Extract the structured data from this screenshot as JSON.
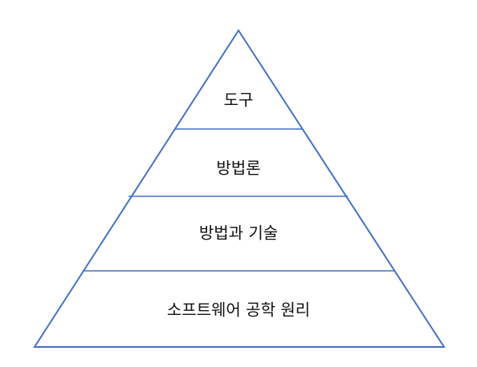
{
  "diagram": {
    "type": "pyramid",
    "line_color": "#4472C4",
    "text_color": "#111111",
    "layers": [
      {
        "label": "도구"
      },
      {
        "label": "방법론"
      },
      {
        "label": "방법과 기술"
      },
      {
        "label": "소프트웨어 공학 원리"
      }
    ]
  }
}
